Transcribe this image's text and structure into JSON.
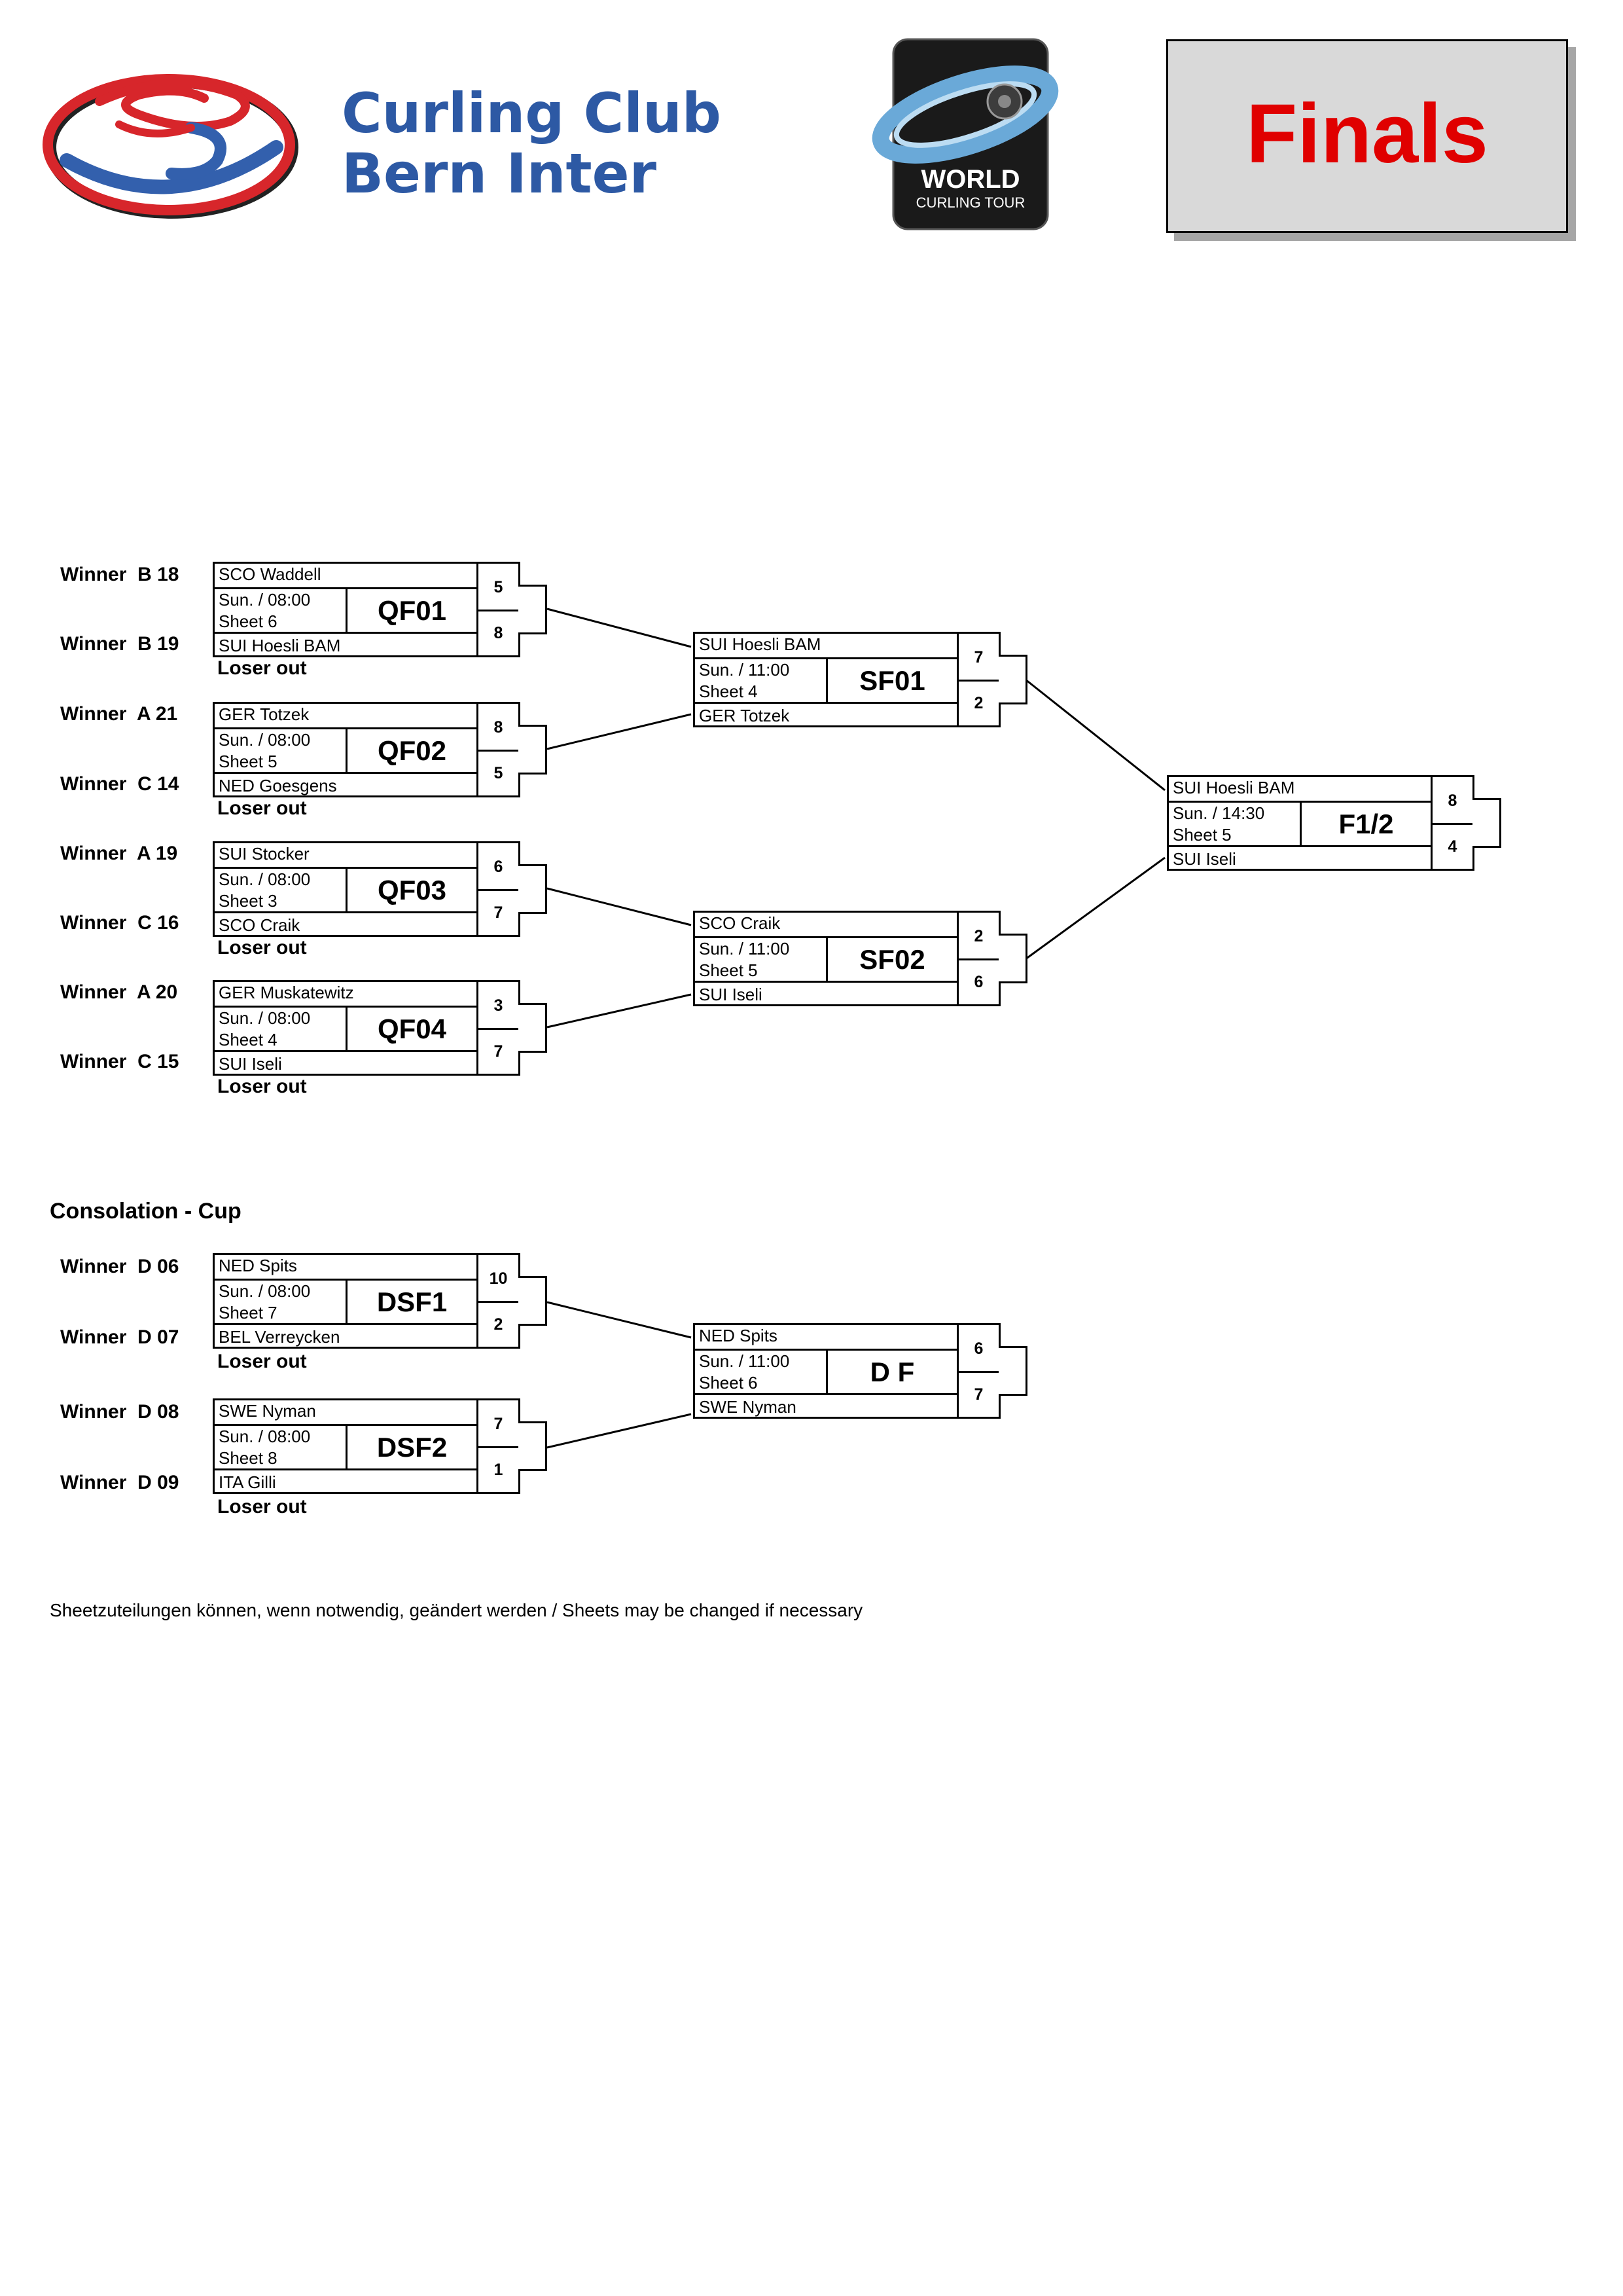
{
  "header": {
    "club_line1": "Curling Club",
    "club_line2": "Bern Inter",
    "wct_line1": "WORLD",
    "wct_line2": "CURLING TOUR",
    "title": "Finals"
  },
  "labels": {
    "loser_out": "Loser out",
    "consolation_title": "Consolation - Cup",
    "footnote": "Sheetzuteilungen können, wenn notwendig, geändert werden / Sheets may be changed if necessary"
  },
  "matches": {
    "qf01": {
      "id": "QF01",
      "team1": "SCO Waddell",
      "team2": "SUI Hoesli BAM",
      "score1": "5",
      "score2": "8",
      "time": "Sun.  / 08:00",
      "sheet": "Sheet 6",
      "from1": "Winner  B 18",
      "from2": "Winner  B 19"
    },
    "qf02": {
      "id": "QF02",
      "team1": "GER Totzek",
      "team2": "NED Goesgens",
      "score1": "8",
      "score2": "5",
      "time": "Sun.  / 08:00",
      "sheet": "Sheet 5",
      "from1": "Winner  A 21",
      "from2": "Winner  C 14"
    },
    "qf03": {
      "id": "QF03",
      "team1": "SUI Stocker",
      "team2": "SCO Craik",
      "score1": "6",
      "score2": "7",
      "time": "Sun.  / 08:00",
      "sheet": "Sheet 3",
      "from1": "Winner  A 19",
      "from2": "Winner  C 16"
    },
    "qf04": {
      "id": "QF04",
      "team1": "GER Muskatewitz",
      "team2": "SUI Iseli",
      "score1": "3",
      "score2": "7",
      "time": "Sun.  / 08:00",
      "sheet": "Sheet 4",
      "from1": "Winner  A 20",
      "from2": "Winner  C 15"
    },
    "sf01": {
      "id": "SF01",
      "team1": "SUI Hoesli BAM",
      "team2": "GER Totzek",
      "score1": "7",
      "score2": "2",
      "time": "Sun.  / 11:00",
      "sheet": "Sheet 4"
    },
    "sf02": {
      "id": "SF02",
      "team1": "SCO Craik",
      "team2": "SUI Iseli",
      "score1": "2",
      "score2": "6",
      "time": "Sun.  / 11:00",
      "sheet": "Sheet 5"
    },
    "f12": {
      "id": "F1/2",
      "team1": "SUI Hoesli BAM",
      "team2": "SUI Iseli",
      "score1": "8",
      "score2": "4",
      "time": "Sun.  / 14:30",
      "sheet": "Sheet 5"
    },
    "dsf1": {
      "id": "DSF1",
      "team1": "NED Spits",
      "team2": "BEL Verreycken",
      "score1": "10",
      "score2": "2",
      "time": "Sun.  / 08:00",
      "sheet": "Sheet 7",
      "from1": "Winner  D 06",
      "from2": "Winner  D 07"
    },
    "dsf2": {
      "id": "DSF2",
      "team1": "SWE Nyman",
      "team2": "ITA Gilli",
      "score1": "7",
      "score2": "1",
      "time": "Sun.  / 08:00",
      "sheet": "Sheet 8",
      "from1": "Winner  D 08",
      "from2": "Winner  D 09"
    },
    "df": {
      "id": "D F",
      "team1": "NED Spits",
      "team2": "SWE Nyman",
      "score1": "6",
      "score2": "7",
      "time": "Sun.  / 11:00",
      "sheet": "Sheet 6"
    }
  },
  "colors": {
    "club_blue": "#2d59a4",
    "logo_red": "#d7262b",
    "logo_blue": "#3360ad",
    "finals_red": "#e00000",
    "finals_box": "#d9d9d9",
    "wct_badge": "#1a1a1a"
  }
}
